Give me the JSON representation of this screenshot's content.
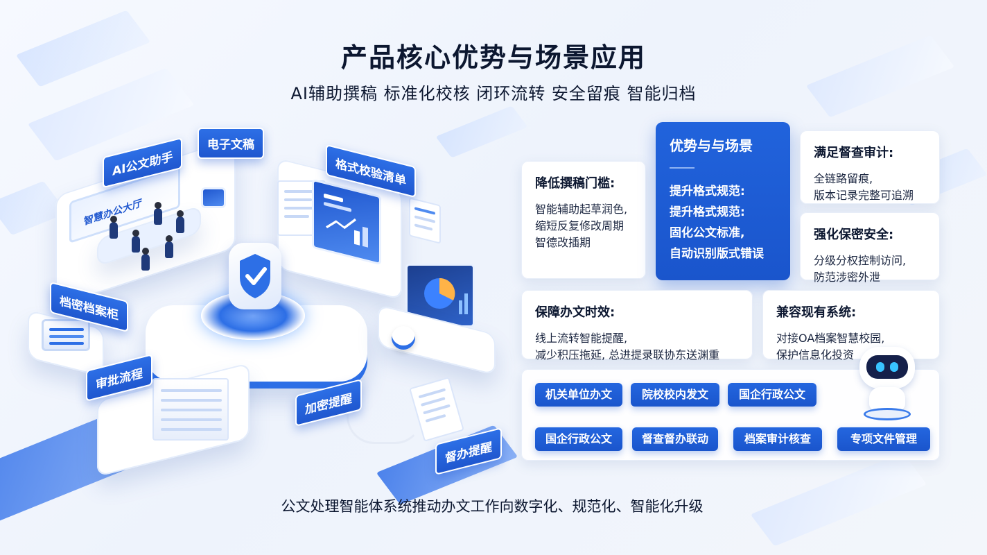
{
  "header": {
    "title": "产品核心优势与场景应用",
    "subtitle": "AI辅助撰稿 标准化校核 闭环流转 安全留痕 智能归档"
  },
  "scene": {
    "tags": {
      "ai_assistant": "AI公文助手",
      "electronic_doc": "电子文稿",
      "format_checklist": "格式校验清单",
      "hall_sign": "智慧办公大厅",
      "archive_cabinet": "档密档案柜",
      "approval_flow": "审批流程",
      "encrypt_alert": "加密提醒",
      "reminder": "督办提醒"
    }
  },
  "cards": {
    "featured": {
      "title": "优势与与场景",
      "lines": [
        "提升格式规范:",
        "提升格式规范:",
        "固化公文标准,",
        "自动识别版式错误"
      ]
    },
    "lower_threshold": {
      "title": "降低撰稿门槛:",
      "lines": [
        "智能辅助起草润色,",
        "缩短反复修改周期",
        "智德改插期"
      ]
    },
    "audit": {
      "title": "满足督查审计:",
      "lines": [
        "全链路留痕,",
        "版本记录完整可追溯"
      ]
    },
    "security": {
      "title": "强化保密安全:",
      "lines": [
        "分级分权控制访问,",
        "防范涉密外泄"
      ]
    },
    "timeliness": {
      "title": "保障办文时效:",
      "lines": [
        "线上流转智能提醒,",
        "减少积压拖延, 总进提录联协东送渊重"
      ]
    },
    "compatibility": {
      "title": "兼容现有系统:",
      "lines": [
        "对接OA档案智慧校园,",
        "保护信息化投资"
      ]
    }
  },
  "scenarios": [
    "机关单位办文",
    "院校校内发文",
    "国企行政公文",
    "国企行政公文",
    "督查督办联动",
    "档案审计核查",
    "专项文件管理"
  ],
  "footer": "公文处理智能体系统推动办文工作向数字化、规范化、智能化升级",
  "colors": {
    "primary": "#1f5fd9",
    "primary_light": "#4f8bf0",
    "text_dark": "#0c1730",
    "background": "#f3f6fb"
  }
}
